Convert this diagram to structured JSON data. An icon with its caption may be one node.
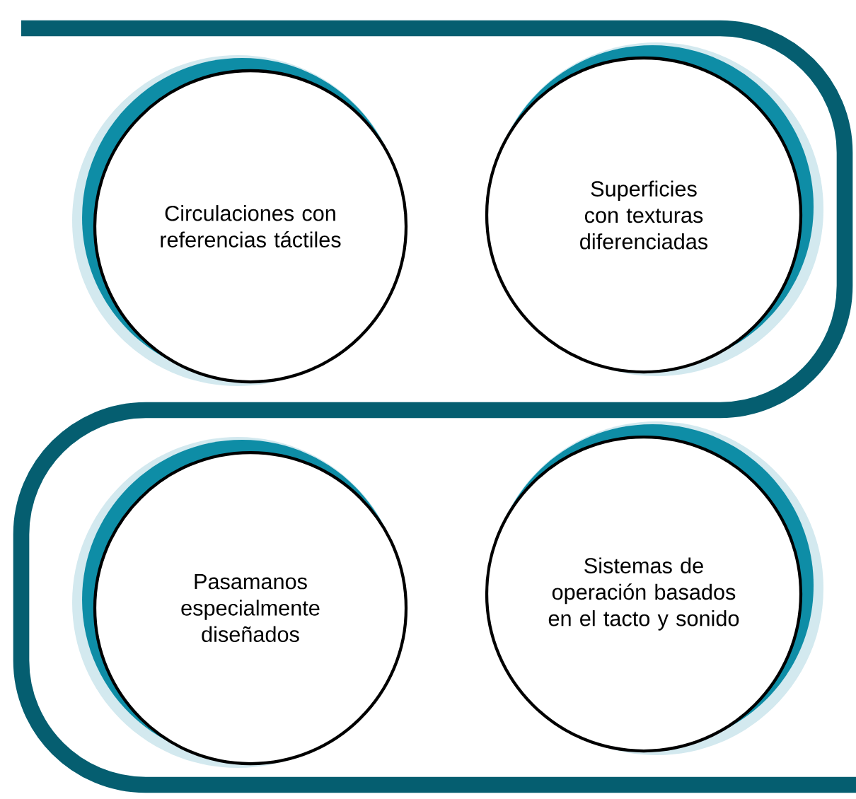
{
  "diagram": {
    "nodes": [
      {
        "text": [
          "Circulaciones con referencias táctiles"
        ]
      },
      {
        "text": [
          "Superficies con texturas diferenciadas"
        ]
      },
      {
        "text": [
          "Pasamanos especialmente diseñados"
        ]
      },
      {
        "text": [
          "Sistemas de operación basados en el tacto y sonido"
        ]
      }
    ],
    "edges": []
  }
}
